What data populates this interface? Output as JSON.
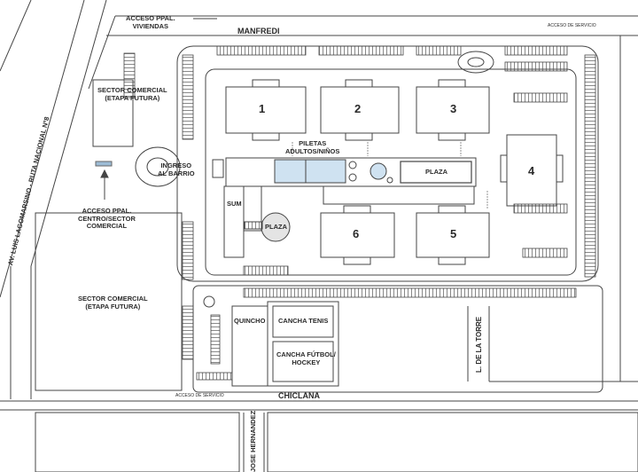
{
  "map": {
    "streets": {
      "top": "MANFREDI",
      "bottom": "CHICLANA",
      "left_avenue": "AV. LUIS LAGOMARSINO - RUTA NACIONAL Nº8",
      "right": "L. DE LA TORRE",
      "bottom_cross": "JOSE HERNANDEZ"
    },
    "service_access_top": "ACCESO DE SERVICIO",
    "service_access_bottom": "ACCESO DE SERVICIO",
    "access_housing": "ACCESO PPAL.\nVIVIENDAS",
    "access_commercial": "ACCESO PPAL.\nCENTRO/SECTOR\nCOMERCIAL",
    "commercial_top": "SECTOR COMERCIAL\n(ETAPA FUTURA)",
    "commercial_bottom": "SECTOR COMERCIAL\n(ETAPA FUTURA)",
    "entry": "INGRESO\nAL BARRIO",
    "pools": "PILETAS\nADULTOS/NIÑOS",
    "plaza_right": "PLAZA",
    "plaza_round": "PLAZA",
    "sum": "SUM",
    "quincho": "QUINCHO",
    "tennis": "CANCHA TENIS",
    "football": "CANCHA FÚTBOL/\nHOCKEY",
    "buildings": [
      "1",
      "2",
      "3",
      "4",
      "5",
      "6"
    ]
  }
}
